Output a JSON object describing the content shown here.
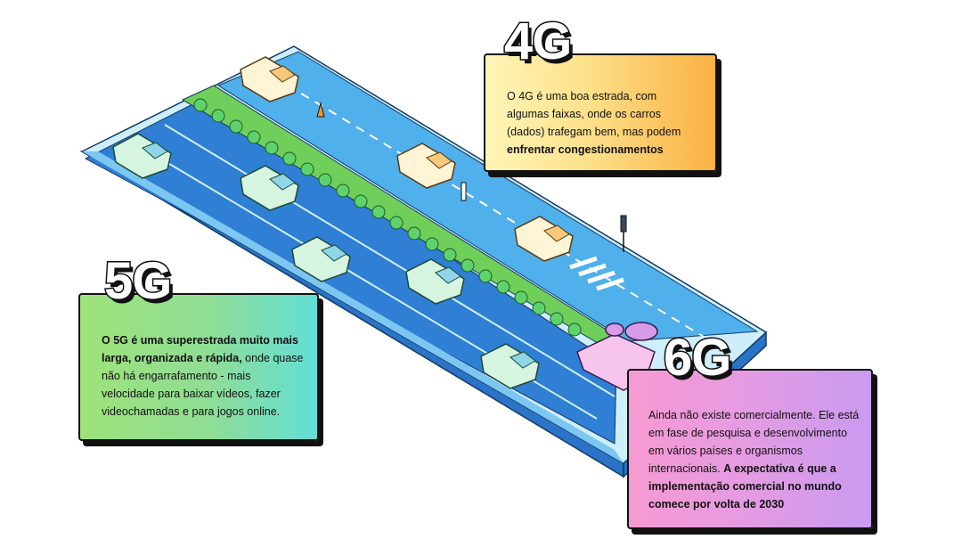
{
  "g4": {
    "title": "4G",
    "p1": "O 4G é uma boa estrada, com algumas faixas, onde os carros (dados) trafegam bem, mas podem ",
    "p2": "enfrentar congestionamentos"
  },
  "g5": {
    "title": "5G",
    "p1": "O 5G é uma superestrada muito mais larga, organizada e rápida,",
    "p2": " onde quase não há engarrafamento - mais velocidade para baixar vídeos, fazer videochamadas e para jogos online."
  },
  "g6": {
    "title": "6G",
    "p1": "Ainda não existe comercialmente. Ele está em fase de pesquisa e desenvolvimento em vários países e organismos internacionais.  ",
    "p2": "A expectativa é que a implementação comercial no mundo comece por volta de 2030"
  },
  "colors": {
    "road_dark": "#2f7fd4",
    "road_light": "#4fb0ec",
    "trees": "#5fd36b",
    "card4g": "#fbb042",
    "card5g": "#8fdd96",
    "card6g": "#e49be3"
  }
}
